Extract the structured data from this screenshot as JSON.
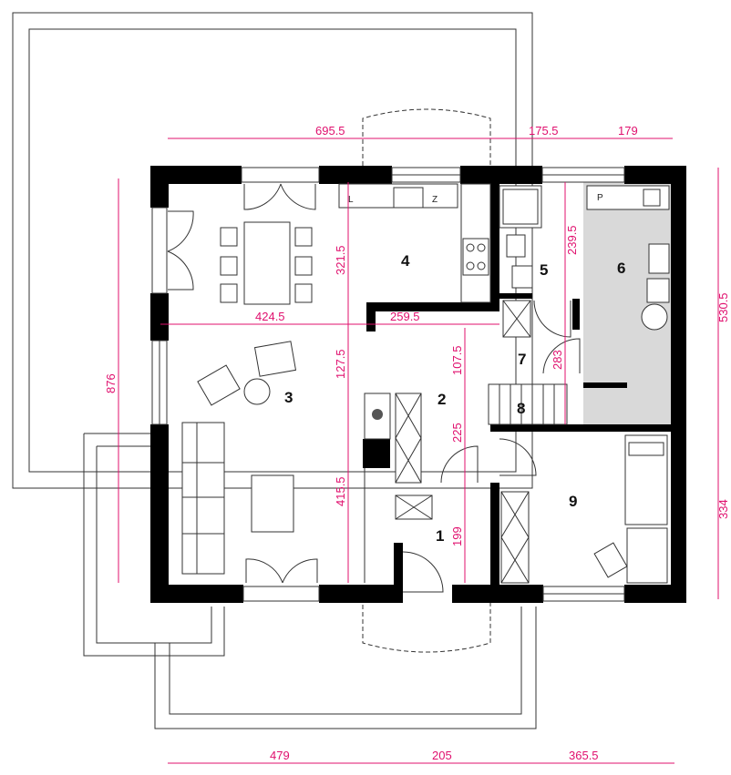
{
  "rooms": [
    {
      "id": "1",
      "label": "1"
    },
    {
      "id": "2",
      "label": "2"
    },
    {
      "id": "3",
      "label": "3"
    },
    {
      "id": "4",
      "label": "4"
    },
    {
      "id": "5",
      "label": "5"
    },
    {
      "id": "6",
      "label": "6"
    },
    {
      "id": "7",
      "label": "7"
    },
    {
      "id": "8",
      "label": "8"
    },
    {
      "id": "9",
      "label": "9"
    }
  ],
  "dimensions": {
    "top": [
      "695.5",
      "175.5",
      "179"
    ],
    "bottom": [
      "479",
      "205",
      "365.5"
    ],
    "left": "876",
    "right": [
      "530.5",
      "334"
    ],
    "interior": {
      "kitchen_height": "321.5",
      "dining_width": "424.5",
      "kitchen_counter": "259.5",
      "hall_upper": "127.5",
      "living_height": "415.5",
      "bath_height": "239.5",
      "hall7_width": "107.5",
      "door_283": "283",
      "hall_225": "225",
      "entry_199": "199"
    }
  },
  "fixtures": {
    "kitchen_L": "L",
    "kitchen_Z": "Z",
    "boiler_P": "P"
  },
  "colors": {
    "dimension": "#e0106e",
    "wall": "#000000",
    "utility_fill": "#d9d9d9"
  }
}
